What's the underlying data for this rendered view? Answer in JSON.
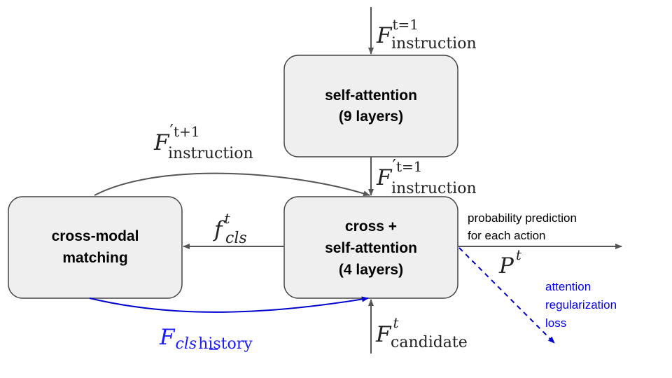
{
  "boxes": {
    "self_attention": {
      "line1": "self-attention",
      "line2": "(9 layers)"
    },
    "cross_attention": {
      "line1": "cross +",
      "line2": "self-attention",
      "line3": "(4 layers)"
    },
    "cross_modal": {
      "line1": "cross-modal",
      "line2": "matching"
    }
  },
  "labels": {
    "instruction_in": {
      "base": "F",
      "sup": "t=1",
      "sub": "instruction"
    },
    "instruction_mid": {
      "base": "F",
      "prime": "′",
      "sup": "t=1",
      "sub": "instruction"
    },
    "instruction_next": {
      "base": "F",
      "prime": "′",
      "sup": "t+1",
      "sub": "instruction"
    },
    "f_cls": {
      "base": "f",
      "sup": "t",
      "sub": "cls"
    },
    "candidate": {
      "base": "F",
      "sup": "t",
      "sub": "candidate"
    },
    "output_p": {
      "base": "P",
      "sup": "t"
    },
    "history": {
      "base": "F",
      "sub_italic": "cls",
      "sub_rest": "history"
    }
  },
  "notes": {
    "probability_line1": "probability prediction",
    "probability_line2": "for each action",
    "reg_line1": "attention",
    "reg_line2": "regularization",
    "reg_line3": "loss"
  },
  "colors": {
    "box_fill": "#efefef",
    "box_stroke": "#444444",
    "arrow_gray": "#555555",
    "arrow_blue": "#0000cc"
  }
}
